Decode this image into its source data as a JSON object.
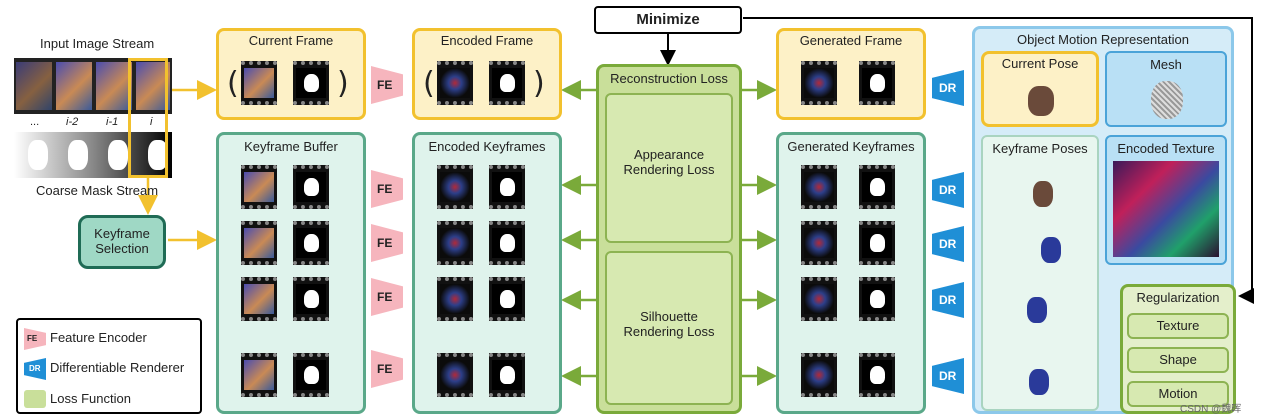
{
  "input_stream": {
    "title": "Input Image Stream",
    "indices": [
      "...",
      "i-2",
      "i-1",
      "i"
    ],
    "mask_title": "Coarse Mask Stream"
  },
  "keyframe_selection": "Keyframe\nSelection",
  "minimize": "Minimize",
  "panels": {
    "current_frame": "Current Frame",
    "encoded_frame": "Encoded Frame",
    "generated_frame": "Generated Frame",
    "keyframe_buffer": "Keyframe Buffer",
    "encoded_keyframes": "Encoded Keyframes",
    "generated_keyframes": "Generated Keyframes",
    "reconstruction_loss": "Reconstruction Loss",
    "appearance_loss": "Appearance Rendering Loss",
    "silhouette_loss": "Silhouette Rendering Loss",
    "object_motion": "Object Motion Representation",
    "current_pose": "Current Pose",
    "mesh": "Mesh",
    "keyframe_poses": "Keyframe Poses",
    "encoded_texture": "Encoded Texture",
    "regularization": "Regularization",
    "reg_items": [
      "Texture",
      "Shape",
      "Motion"
    ]
  },
  "fe_label": "FE",
  "dr_label": "DR",
  "legend": {
    "items": [
      "Feature Encoder",
      "Differentiable Renderer",
      "Loss Function"
    ],
    "fe": "FE",
    "dr": "DR"
  },
  "watermark": "CSDN @魏晖",
  "colors": {
    "yellow": "#f2c12e",
    "teal": "#5aa889",
    "green": "#7aaa3a",
    "blue": "#8cc8ea",
    "fe": "#f6b5bd",
    "dr": "#1f8fd6"
  }
}
